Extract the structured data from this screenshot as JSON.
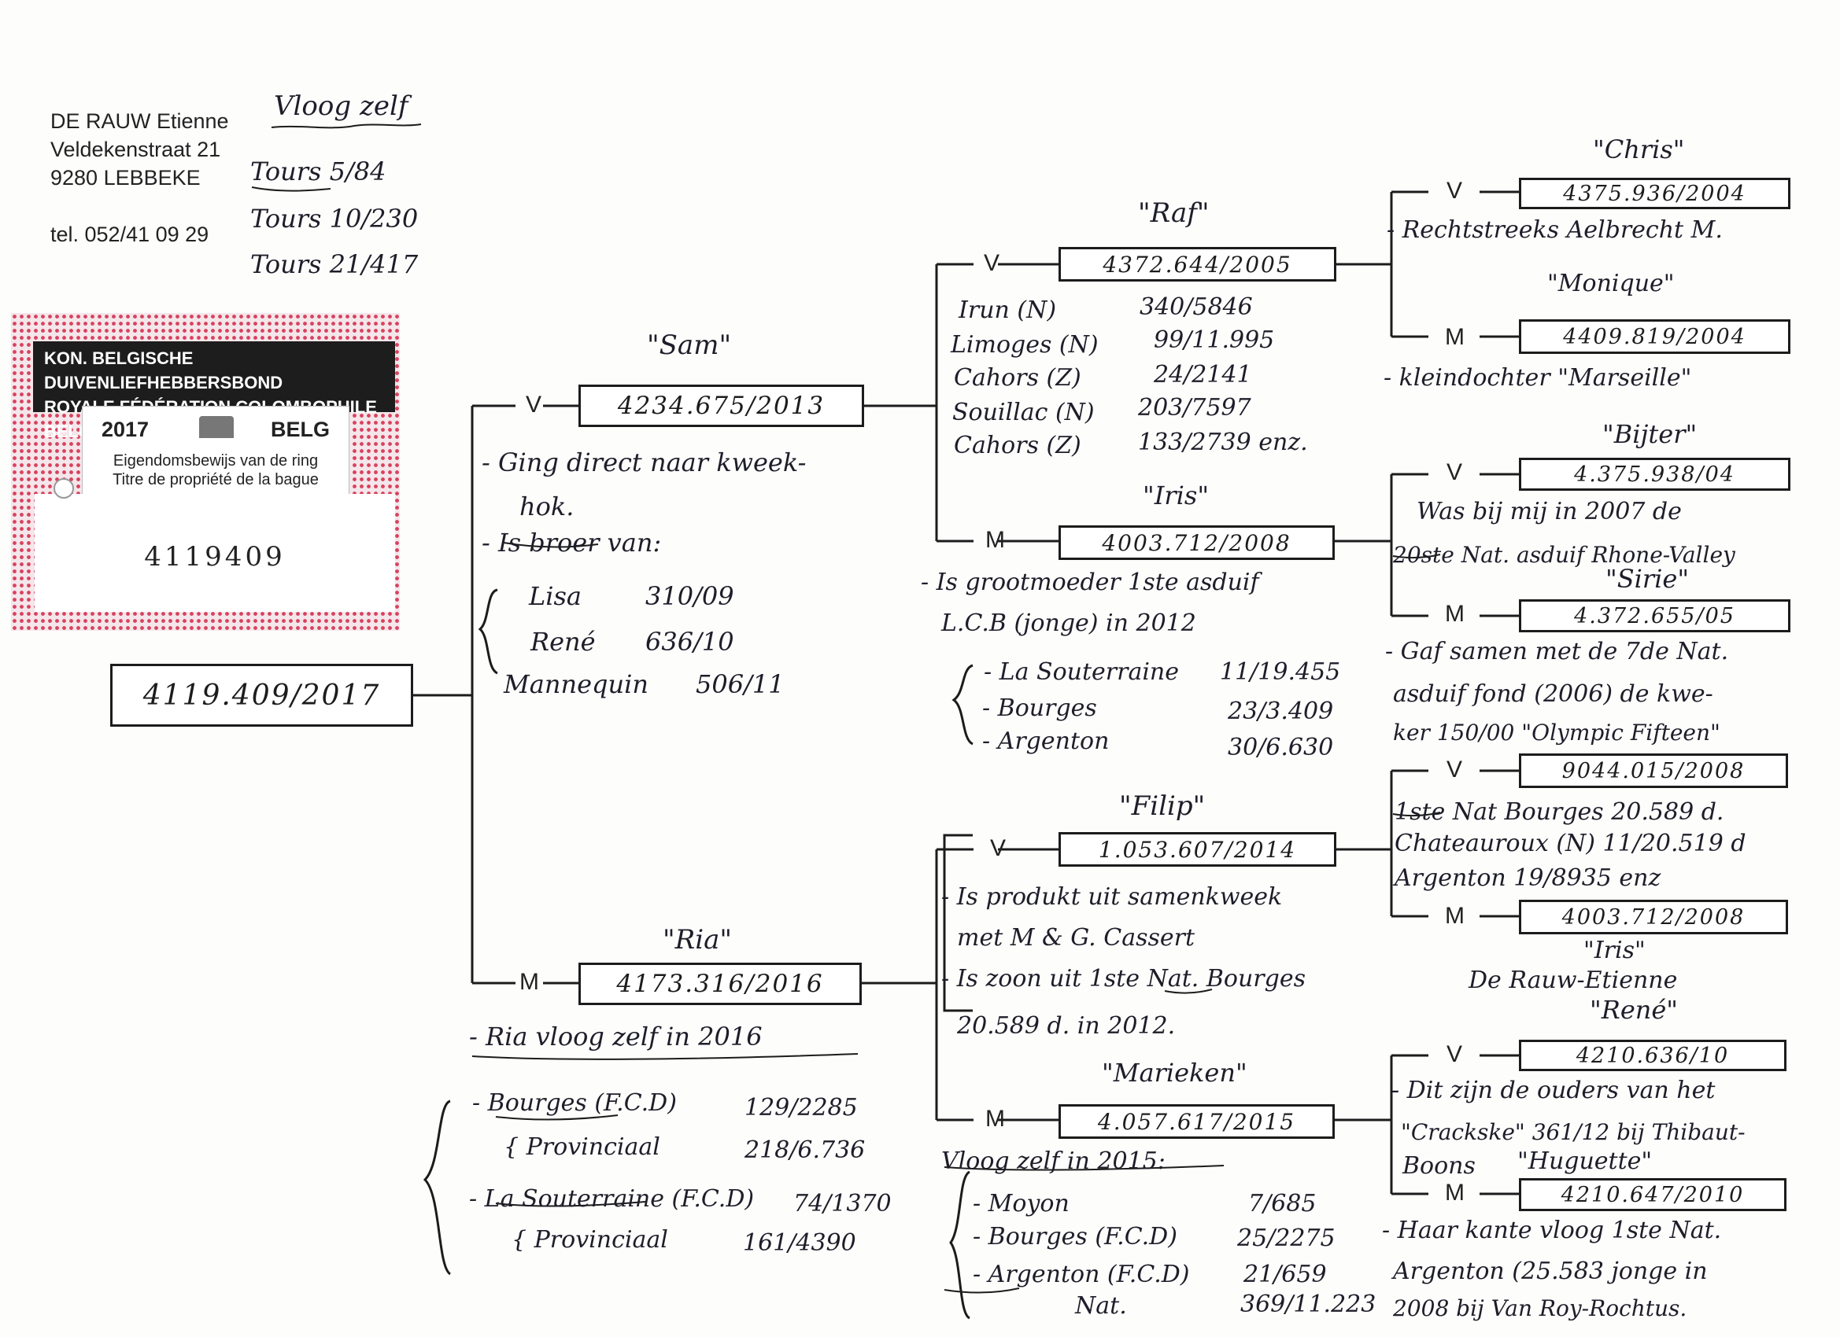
{
  "owner": {
    "name": "DE RAUW Etienne",
    "street": "Veldekenstraat 21",
    "city": "9280 LEBBEKE",
    "phone": "tel. 052/41 09 29"
  },
  "owner_notes": {
    "title": "Vloog zelf",
    "results": [
      "Tours 5/84",
      "Tours 10/230",
      "Tours 21/417"
    ]
  },
  "certificate": {
    "band_line1": "KON. BELGISCHE DUIVENLIEFHEBBERSBOND",
    "band_line2": "ROYALE FÉDÉRATION COLOMBOPHILE BELGE",
    "year": "2017",
    "country": "BELG",
    "line1": "Eigendomsbewijs van de ring",
    "line2": "Titre de propriété de la bague",
    "number": "4119409"
  },
  "subject": {
    "ring": "4119.409/2017"
  },
  "sire": {
    "label": "V",
    "name": "\"Sam\"",
    "ring": "4234.675/2013",
    "notes": [
      "- Ging direct naar kweek-",
      "hok.",
      "- Is broer van:"
    ],
    "siblings": [
      {
        "name": "Lisa",
        "ring": "310/09"
      },
      {
        "name": "René",
        "ring": "636/10"
      },
      {
        "name": "Mannequin",
        "ring": "506/11"
      }
    ]
  },
  "dam": {
    "label": "M",
    "name": "\"Ria\"",
    "ring": "4173.316/2016",
    "notes": [
      "- Ria vloog zelf in 2016"
    ],
    "results": [
      {
        "race": "- Bourges (F.C.D)",
        "result": "129/2285"
      },
      {
        "race": "{ Provinciaal",
        "result": "218/6.736"
      },
      {
        "race": "- La Souterraine (F.C.D)",
        "result": "74/1370"
      },
      {
        "race": "{ Provinciaal",
        "result": "161/4390"
      }
    ]
  },
  "ss": {
    "label": "V",
    "name": "\"Raf\"",
    "ring": "4372.644/2005",
    "results": [
      {
        "race": "Irun (N)",
        "result": "340/5846"
      },
      {
        "race": "Limoges (N)",
        "result": "99/11.995"
      },
      {
        "race": "Cahors (Z)",
        "result": "24/2141"
      },
      {
        "race": "Souillac (N)",
        "result": "203/7597"
      },
      {
        "race": "Cahors (Z)",
        "result": "133/2739 enz."
      }
    ]
  },
  "sd": {
    "label": "M",
    "name": "\"Iris\"",
    "ring": "4003.712/2008",
    "notes": [
      "- Is grootmoeder 1ste asduif",
      "L.C.B (jonge) in 2012"
    ],
    "results": [
      {
        "race": "- La Souterraine",
        "result": "11/19.455"
      },
      {
        "race": "- Bourges",
        "result": "23/3.409"
      },
      {
        "race": "- Argenton",
        "result": "30/6.630"
      }
    ]
  },
  "ds": {
    "label": "V",
    "name": "\"Filip\"",
    "ring": "1.053.607/2014",
    "notes": [
      "- Is produkt uit samenkweek",
      "met M & G. Cassert",
      "- Is zoon uit 1ste Nat. Bourges",
      "20.589 d. in 2012."
    ]
  },
  "dd": {
    "label": "M",
    "name": "\"Marieken\"",
    "ring": "4.057.617/2015",
    "notes": [
      "Vloog zelf in 2015:"
    ],
    "results": [
      {
        "race": "- Moyon",
        "result": "7/685"
      },
      {
        "race": "- Bourges (F.C.D)",
        "result": "25/2275"
      },
      {
        "race": "- Argenton (F.C.D)",
        "result": "21/659"
      },
      {
        "race": "Nat.",
        "result": "369/11.223"
      }
    ]
  },
  "sss": {
    "label": "V",
    "name": "\"Chris\"",
    "ring": "4375.936/2004",
    "note": "- Rechtstreeks Aelbrecht M."
  },
  "ssd": {
    "label": "M",
    "name": "\"Monique\"",
    "ring": "4409.819/2004",
    "note": "- kleindochter \"Marseille\""
  },
  "sds": {
    "label": "V",
    "name": "\"Bijter\"",
    "ring": "4.375.938/04",
    "notes": [
      "Was bij mij in 2007 de",
      "20ste Nat. asduif Rhone-Valley"
    ]
  },
  "sdd": {
    "label": "M",
    "name": "\"Sirie\"",
    "ring": "4.372.655/05",
    "notes": [
      "- Gaf samen met de 7de Nat.",
      "asduif fond (2006) de kwe-",
      "ker 150/00 \"Olympic Fifteen\""
    ]
  },
  "dss": {
    "label": "V",
    "ring": "9044.015/2008",
    "notes": [
      "1ste Nat Bourges 20.589 d.",
      "Chateauroux (N) 11/20.519 d",
      "Argenton 19/8935 enz"
    ]
  },
  "dsd": {
    "label": "M",
    "name": "\"Iris\"",
    "ring": "4003.712/2008",
    "note": "De Rauw-Etienne"
  },
  "dds": {
    "label": "V",
    "name": "\"René\"",
    "ring": "4210.636/10",
    "notes": [
      "- Dit zijn de ouders van het",
      "\"Crackske\" 361/12 bij Thibaut-",
      "Boons"
    ]
  },
  "ddd": {
    "label": "M",
    "name": "\"Huguette\"",
    "ring": "4210.647/2010",
    "notes": [
      "- Haar kante vloog 1ste Nat.",
      "Argenton (25.583 jonge in",
      "2008 bij Van Roy-Rochtus."
    ]
  }
}
